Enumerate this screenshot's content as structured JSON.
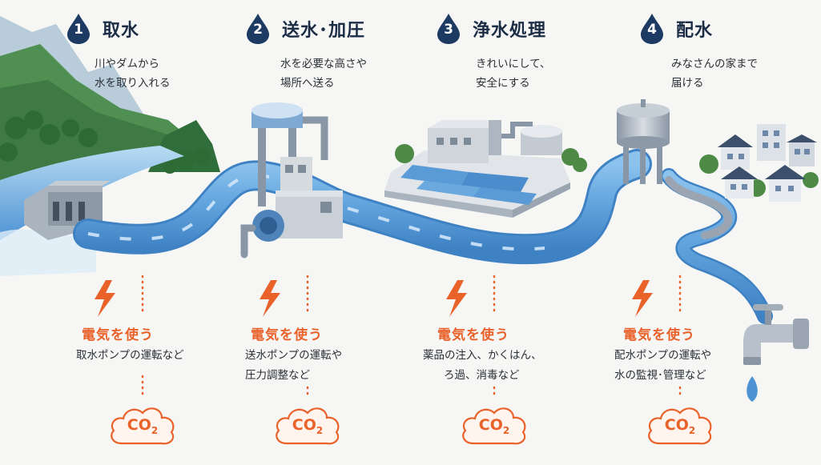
{
  "steps": [
    {
      "number": "1",
      "title": "取水",
      "desc": [
        "川やダムから",
        "水を取り入れる"
      ],
      "elec_label": "電気を使う",
      "elec_desc": [
        "取水ポンプの運転など"
      ]
    },
    {
      "number": "2",
      "title": "送水･加圧",
      "desc": [
        "水を必要な高さや",
        "場所へ送る"
      ],
      "elec_label": "電気を使う",
      "elec_desc": [
        "送水ポンプの運転や",
        "圧力調整など"
      ]
    },
    {
      "number": "3",
      "title": "浄水処理",
      "desc": [
        "きれいにして、",
        "安全にする"
      ],
      "elec_label": "電気を使う",
      "elec_desc": [
        "薬品の注入、かくはん、",
        "ろ過、消毒など"
      ]
    },
    {
      "number": "4",
      "title": "配水",
      "desc": [
        "みなさんの家まで",
        "届ける"
      ],
      "elec_label": "電気を使う",
      "elec_desc": [
        "配水ポンプの運転や",
        "水の監視･管理など"
      ]
    }
  ],
  "co2_label": {
    "main": "CO",
    "sub": "2"
  },
  "colors": {
    "drop_blue": "#1d3a63",
    "accent_orange": "#e8622a",
    "water_blue": "#5fa2dc",
    "title_text": "#1b2c45"
  },
  "icons": {
    "step_badge": "water-drop-icon",
    "electricity": "lightning-bolt-icon",
    "emission": "co2-cloud-icon"
  }
}
